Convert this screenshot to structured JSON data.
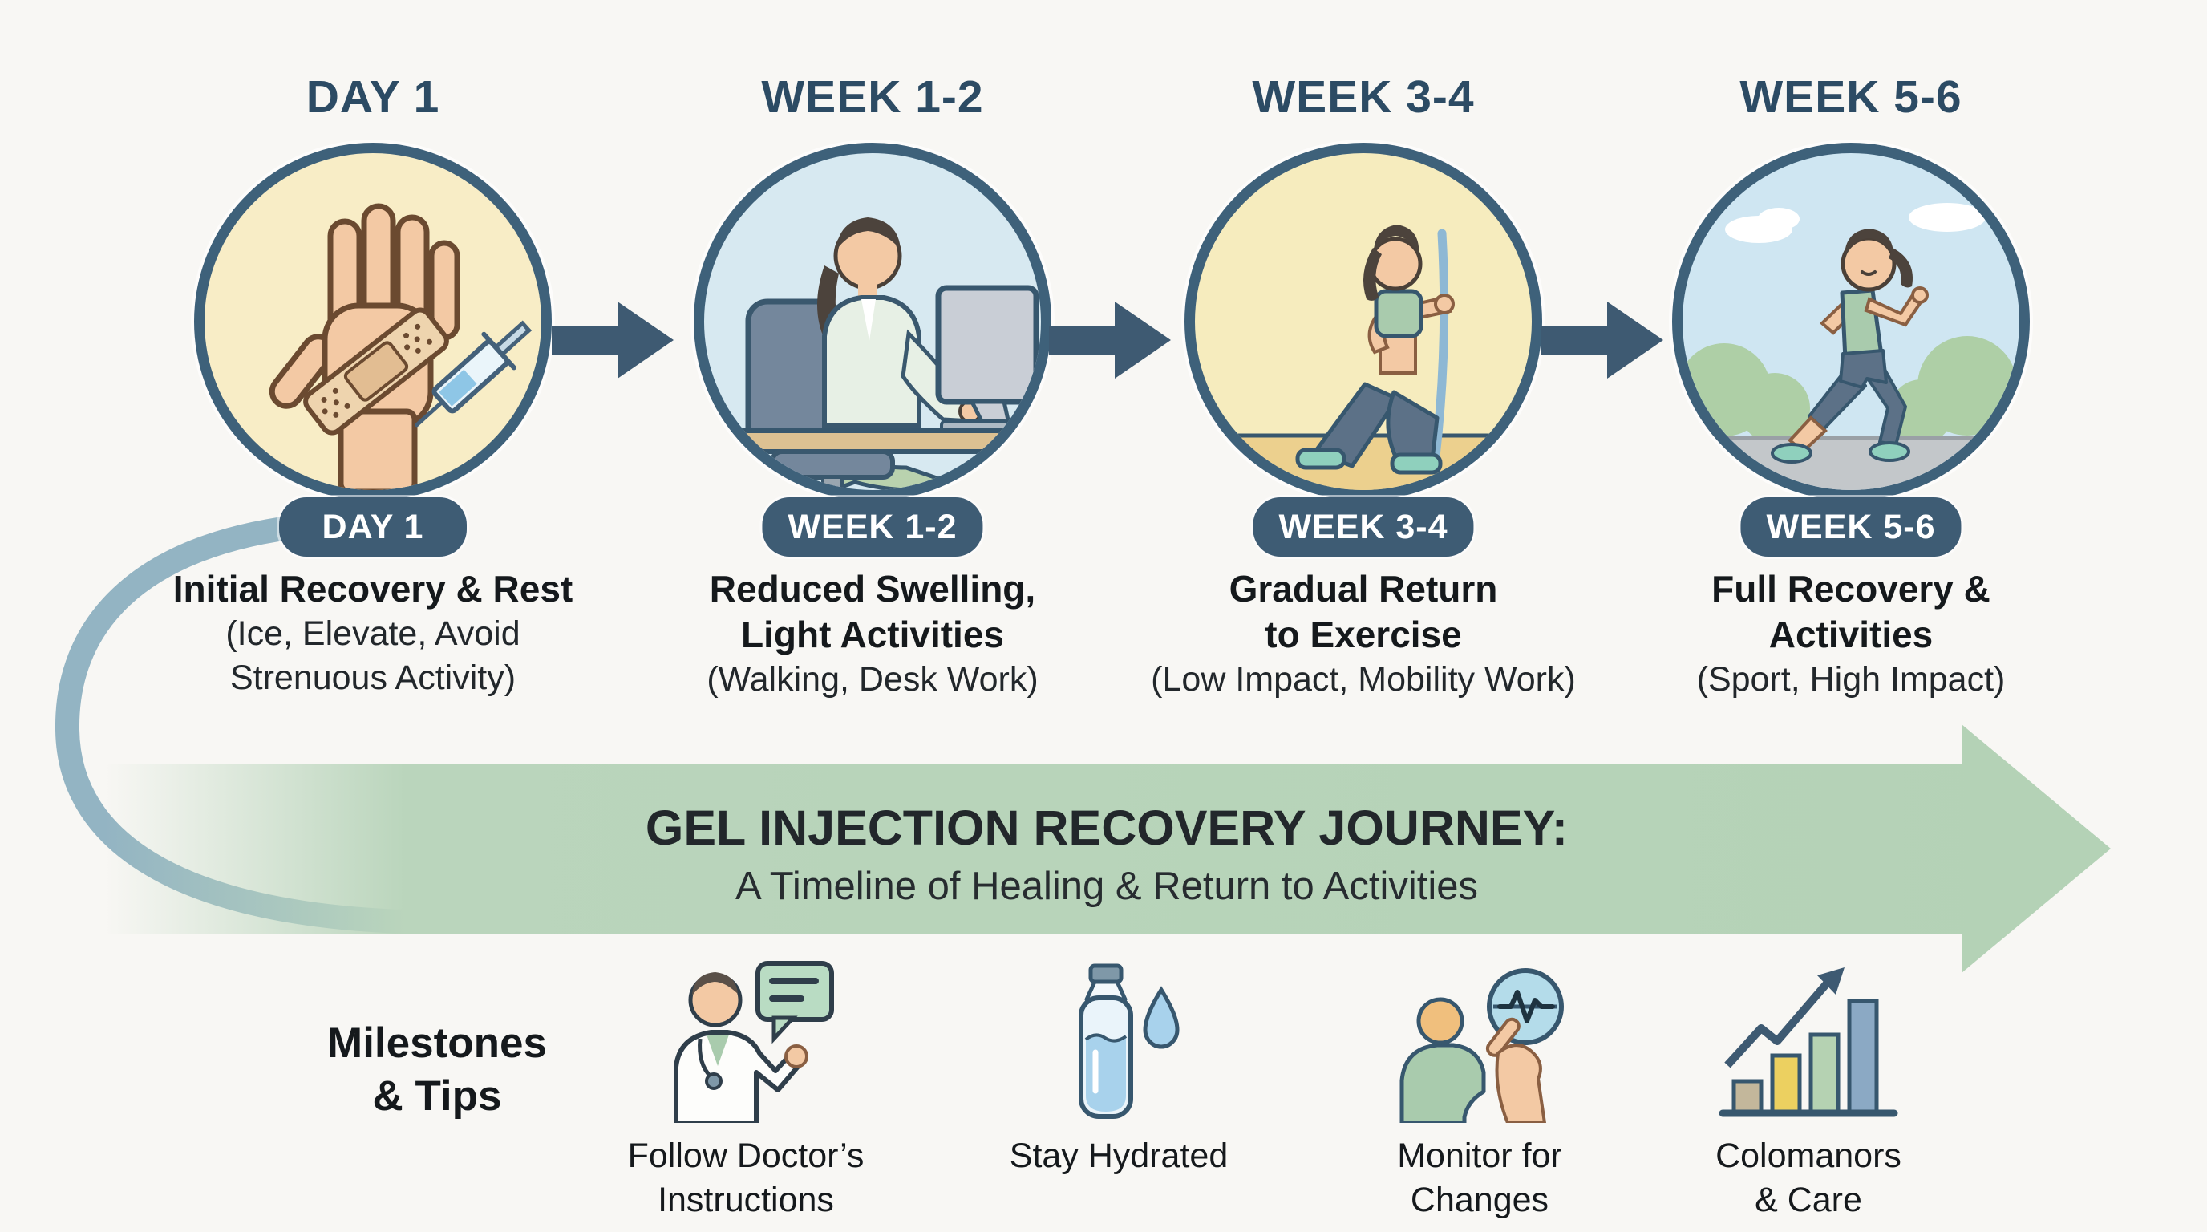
{
  "stages": [
    {
      "header": "DAY 1",
      "badge": "DAY 1",
      "title_line1": "Initial Recovery & Rest",
      "title_line2": "",
      "desc_line1": "(Ice, Elevate, Avoid",
      "desc_line2": "Strenuous Activity)",
      "illustration": "bandaged-hand-with-syringe"
    },
    {
      "header": "WEEK 1-2",
      "badge": "WEEK 1-2",
      "title_line1": "Reduced Swelling,",
      "title_line2": "Light Activities",
      "desc_line1": "(Walking, Desk Work)",
      "desc_line2": "",
      "illustration": "woman-working-at-desk-computer"
    },
    {
      "header": "WEEK 3-4",
      "badge": "WEEK 3-4",
      "title_line1": "Gradual Return",
      "title_line2": "to Exercise",
      "desc_line1": "(Low Impact, Mobility Work)",
      "desc_line2": "",
      "illustration": "woman-lunge-with-resistance-band"
    },
    {
      "header": "WEEK 5-6",
      "badge": "WEEK 5-6",
      "title_line1": "Full Recovery &",
      "title_line2": "Activities",
      "desc_line1": "(Sport, High Impact)",
      "desc_line2": "",
      "illustration": "woman-running-outdoors"
    }
  ],
  "banner": {
    "title": "GEL INJECTION RECOVERY JOURNEY:",
    "subtitle": "A Timeline of Healing & Return to Activities"
  },
  "tips_section": {
    "heading_line1": "Milestones",
    "heading_line2": "& Tips",
    "tips": [
      {
        "icon": "doctor-speech-icon",
        "label_line1": "Follow Doctor’s",
        "label_line2": "Instructions"
      },
      {
        "icon": "water-bottle-icon",
        "label_line1": "Stay Hydrated",
        "label_line2": ""
      },
      {
        "icon": "pulse-monitor-icon",
        "label_line1": "Monitor for",
        "label_line2": "Changes"
      },
      {
        "icon": "growth-chart-icon",
        "label_line1": "Colomanors",
        "label_line2": "& Care"
      }
    ]
  },
  "colors": {
    "background": "#f8f7f4",
    "slate_accent": "#3e5c74",
    "header_text": "#2c4b64",
    "circle_border": "#3e617a",
    "circle_yellow": "#f8edc6",
    "circle_blue": "#d7e9f1",
    "banner_green": "#bad5bc",
    "text_dark": "#15191c"
  }
}
